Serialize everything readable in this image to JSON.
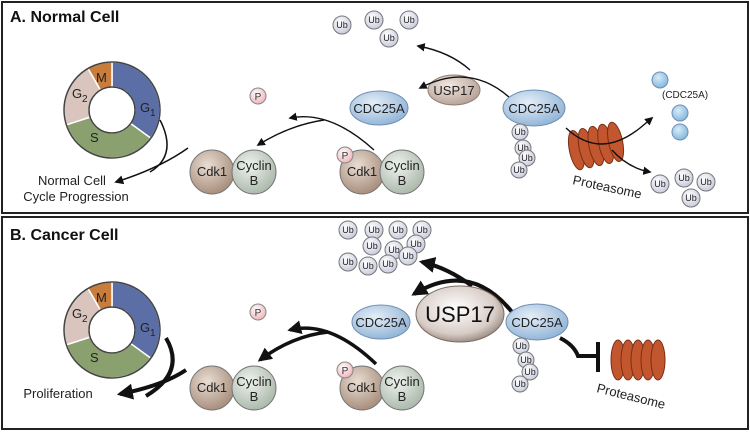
{
  "panels": {
    "a": {
      "title": "A. Normal Cell",
      "cycle_phases": {
        "m": "M",
        "g2": "G",
        "g2_sub": "2",
        "g1": "G",
        "g1_sub": "1",
        "s": "S"
      },
      "outcome_line1": "Normal Cell",
      "outcome_line2": "Cycle Progression",
      "usp17": "USP17",
      "cdc25a_active": "CDC25A",
      "cdc25a_ubiquitinated": "CDC25A",
      "cdc25a_fragments": "(CDC25A)",
      "proteasome": "Proteasome",
      "cdk1": "Cdk1",
      "cyclin_line1": "Cyclin",
      "cyclin_line2": "B",
      "phospho": "P",
      "ub": "Ub"
    },
    "b": {
      "title": "B. Cancer Cell",
      "cycle_phases": {
        "m": "M",
        "g2": "G",
        "g2_sub": "2",
        "g1": "G",
        "g1_sub": "1",
        "s": "S"
      },
      "outcome": "Proliferation",
      "usp17": "USP17",
      "cdc25a_active": "CDC25A",
      "cdc25a_ubiquitinated": "CDC25A",
      "proteasome": "Proteasome",
      "cdk1": "Cdk1",
      "cyclin_line1": "Cyclin",
      "cyclin_line2": "B",
      "phospho": "P",
      "ub": "Ub"
    }
  },
  "colors": {
    "g1": "#5b6fa6",
    "s": "#8aa16f",
    "g2": "#d9c5bd",
    "m": "#c97d3c",
    "cdc25a": "#a9c3dd",
    "usp17": "#c8b3a8",
    "cdk1": "#b79d8c",
    "cyclin": "#bfcabf",
    "proteasome": "#c2572f",
    "phospho": "#f3c8cc",
    "ub": "#dfe1ec"
  }
}
